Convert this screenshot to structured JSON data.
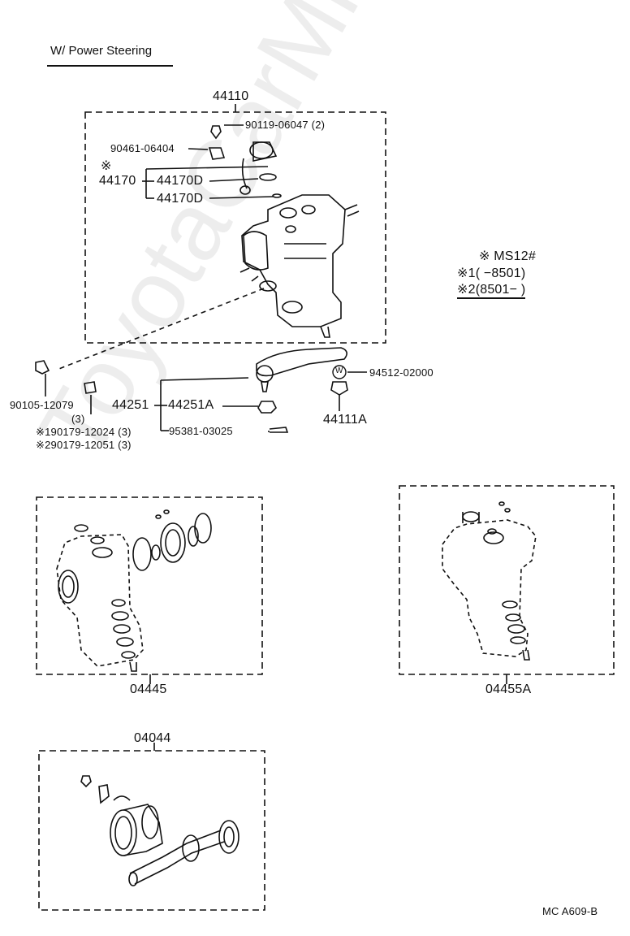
{
  "title": "W/ Power Steering",
  "watermark": "ToyotaCarMine.ru",
  "footer": "MC  A609-B",
  "legend": {
    "mark_row": "※  MS12#",
    "row1": "※1(      −8501)",
    "row2": "※2(8501−       )"
  },
  "labels": {
    "p44110": "44110",
    "p90119": "90119-06047 (2)",
    "p90461": "90461-06404",
    "p44170_mark": "※",
    "p44170": "44170",
    "p44170D_a": "44170D",
    "p44170D_b": "44170D",
    "p94512": "94512-02000",
    "p90105": "90105-12079",
    "p90105_qty": "(3)",
    "p44251": "44251",
    "p44251A": "44251A",
    "p95381": "95381-03025",
    "p44111A": "44111A",
    "p_s1": "※190179-12024 (3)",
    "p_s2": "※290179-12051 (3)",
    "p04445": "04445",
    "p04455A": "04455A",
    "p04044": "04044",
    "w_mark": "W"
  },
  "colors": {
    "ink": "#111111",
    "watermark": "#c8c8c8"
  }
}
